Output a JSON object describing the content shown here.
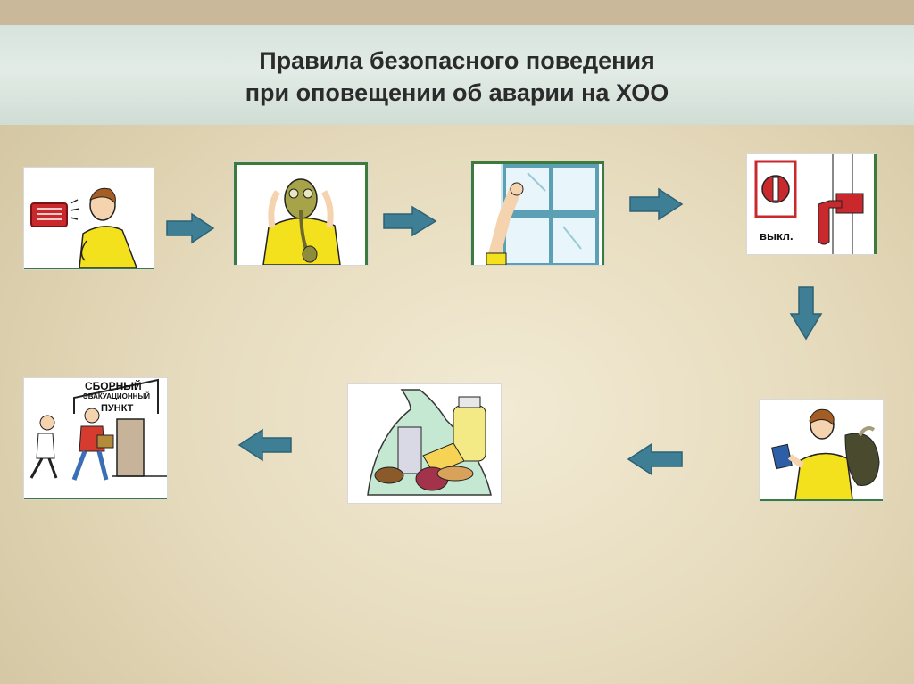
{
  "title": {
    "line1": "Правила безопасного поведения",
    "line2": "при оповещении об аварии на ХОО"
  },
  "steps": [
    {
      "icon": "radio-warning-icon"
    },
    {
      "icon": "gas-mask-icon"
    },
    {
      "icon": "close-window-icon"
    },
    {
      "icon": "switch-off-icon",
      "label": "выкл."
    },
    {
      "icon": "documents-bag-icon"
    },
    {
      "icon": "food-supply-icon"
    },
    {
      "icon": "evacuation-point-icon",
      "sign_line1": "СБОРНЫЙ",
      "sign_line2": "ЭВАКУАЦИОННЫЙ",
      "sign_line3": "ПУНКТ"
    }
  ],
  "colors": {
    "arrow_fill": "#3f7f95",
    "arrow_stroke": "#2d6275",
    "frame_green": "#3d7a3d",
    "shirt_yellow": "#f4e11d",
    "radio_red": "#c9282d"
  }
}
